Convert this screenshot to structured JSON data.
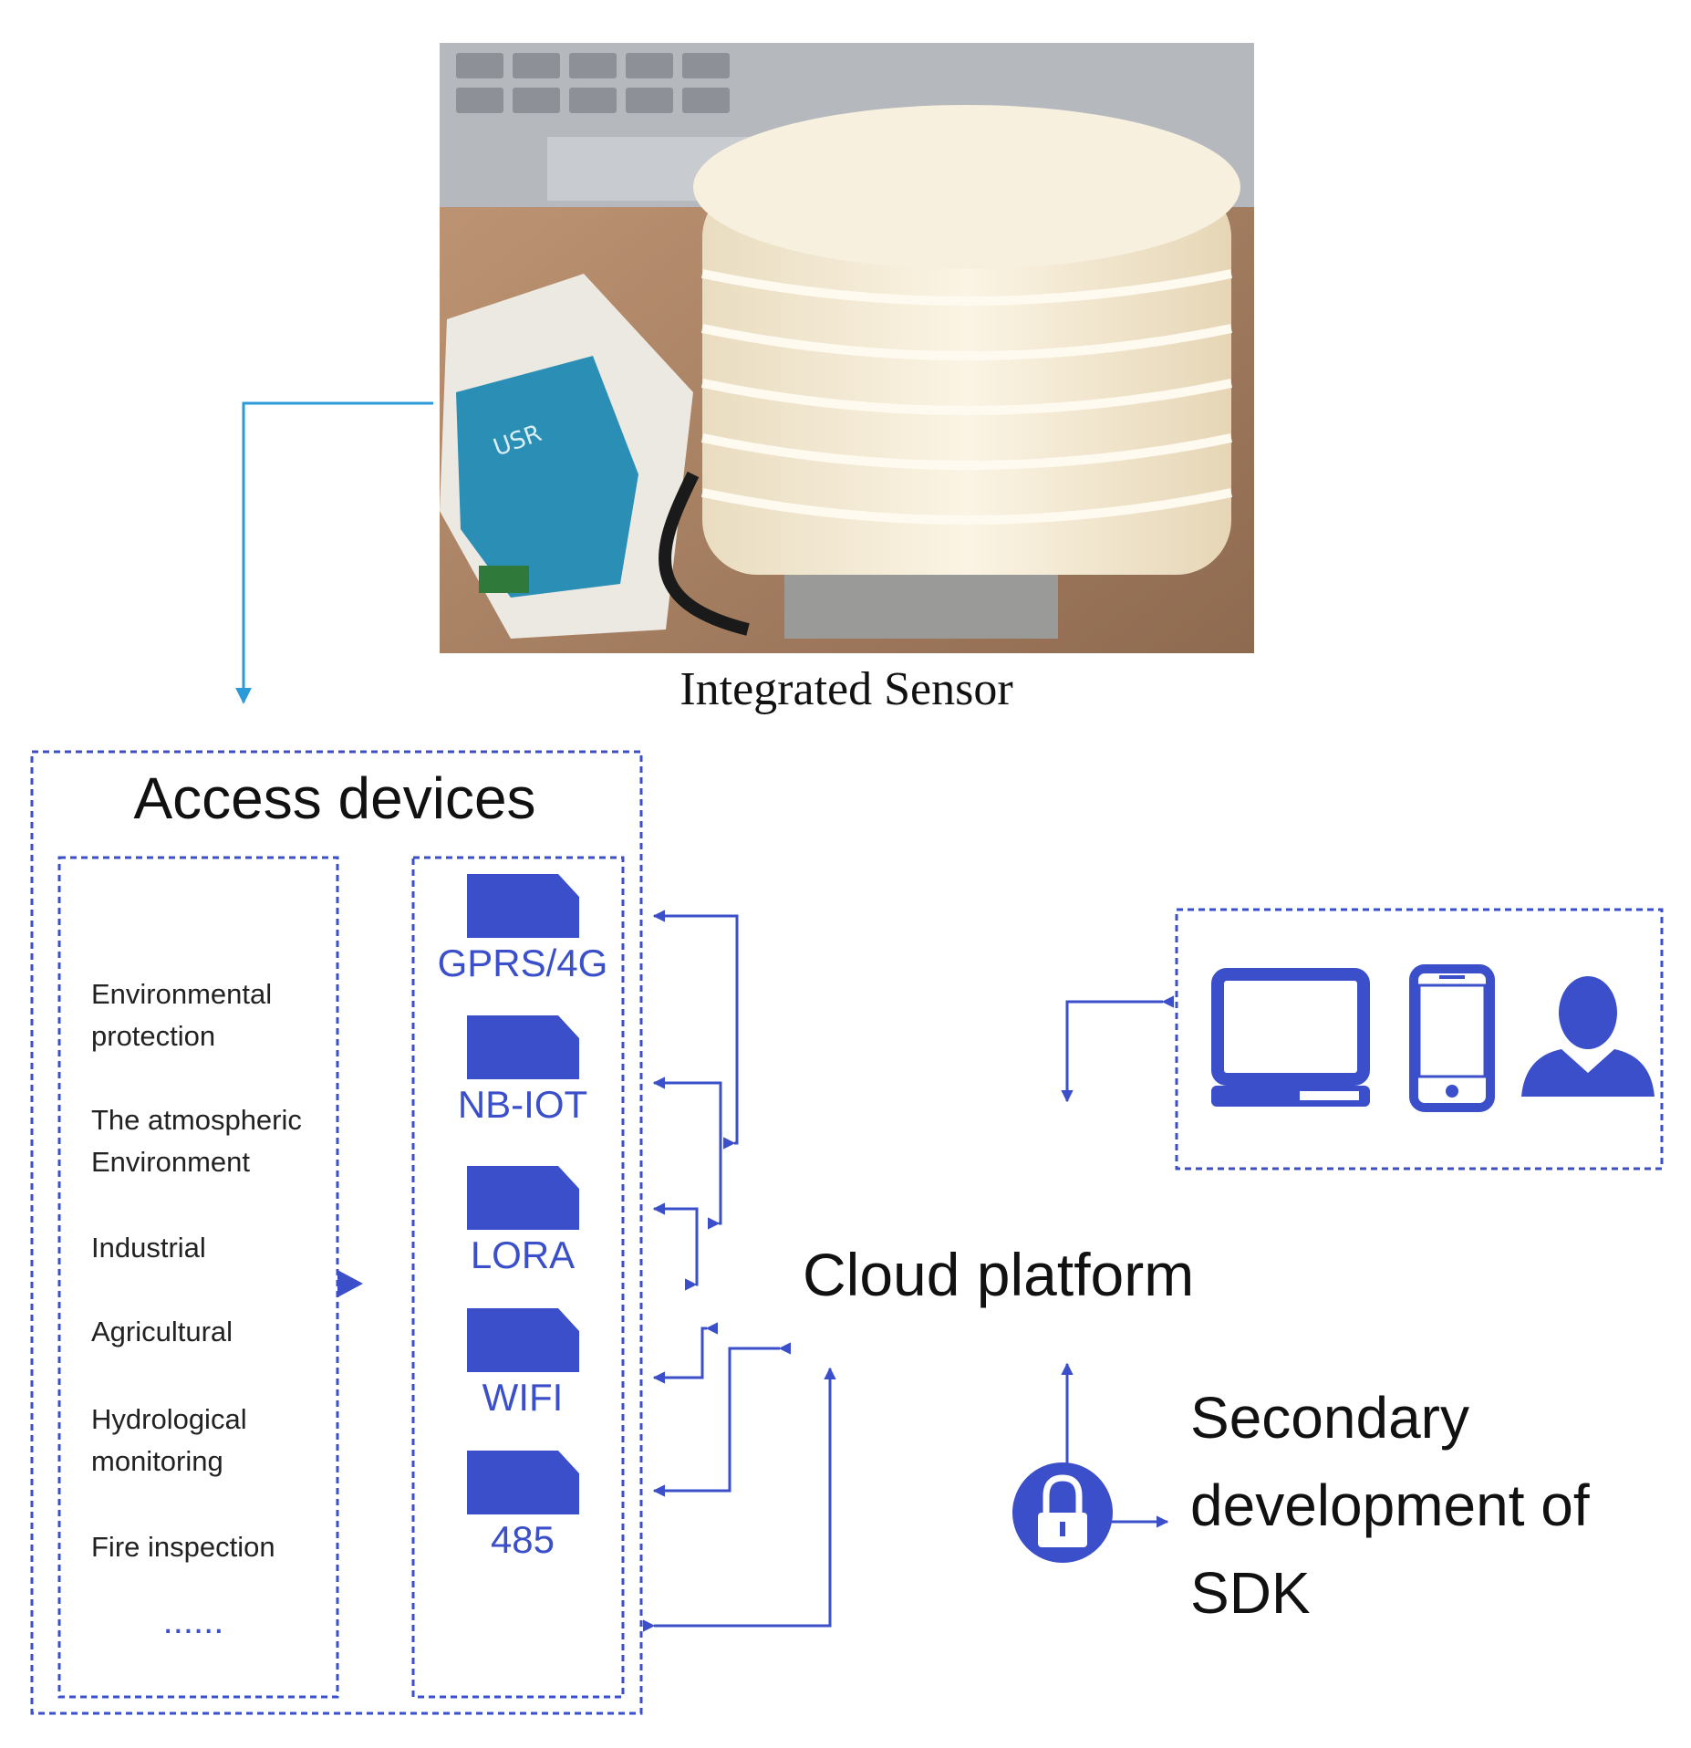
{
  "sensor_photo": {
    "caption": "Integrated Sensor",
    "device_label": "USR"
  },
  "access_devices": {
    "title": "Access devices",
    "applications": [
      [
        "Environmental",
        "protection"
      ],
      [
        "The atmospheric",
        "Environment"
      ],
      [
        "Industrial"
      ],
      [
        "Agricultural"
      ],
      [
        "Hydrological",
        "monitoring"
      ],
      [
        "Fire inspection"
      ]
    ],
    "ellipsis": "......",
    "modules": [
      "GPRS/4G",
      "NB-IOT",
      "LORA",
      "WIFI",
      "485"
    ]
  },
  "cloud": {
    "label": "Cloud platform"
  },
  "terminals": {
    "icons": [
      "laptop-icon",
      "smartphone-icon",
      "user-icon"
    ]
  },
  "sdk": {
    "icon": "lock-icon",
    "lines": [
      "Secondary",
      "development of",
      "SDK"
    ]
  },
  "colors": {
    "blue": "#3a4fc9",
    "arrow_cyan": "#2a9bd8",
    "text": "#222222"
  }
}
